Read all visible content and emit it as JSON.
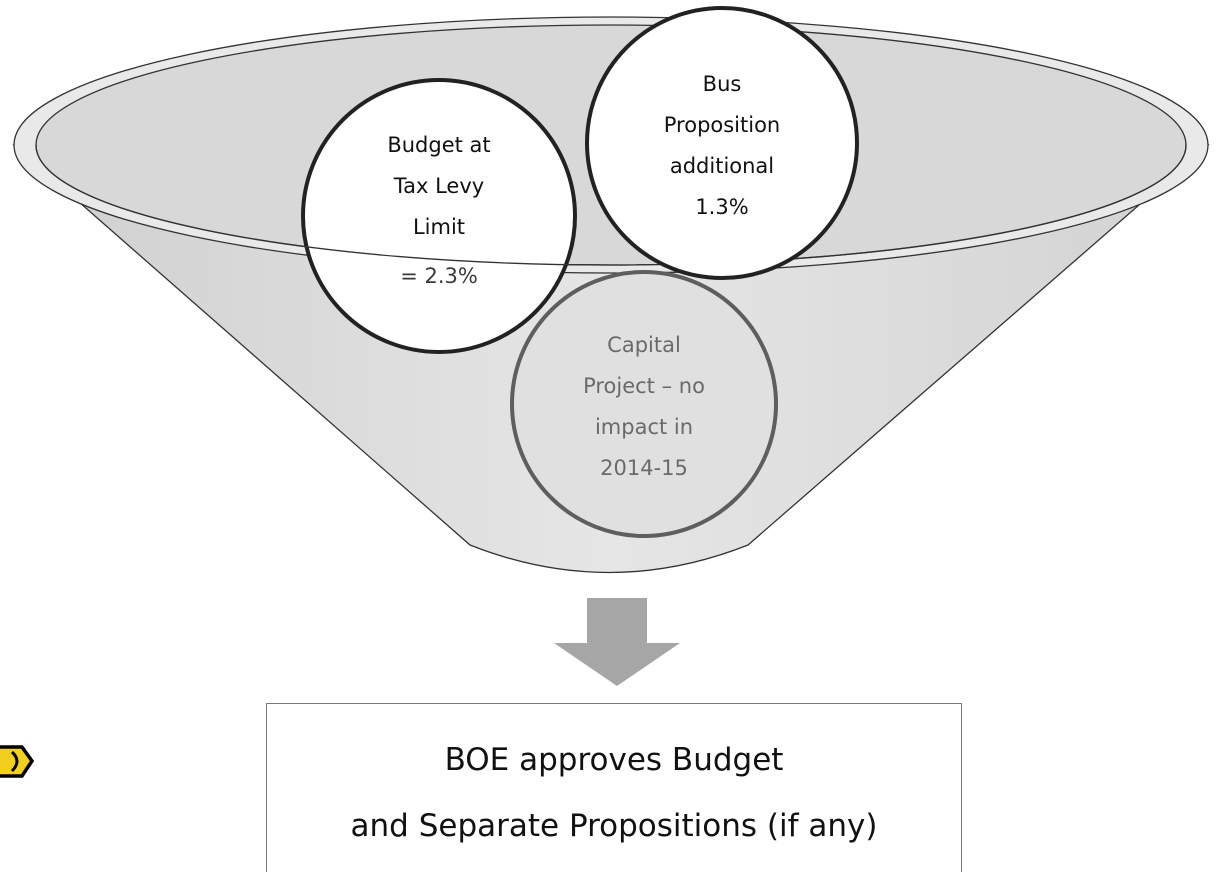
{
  "diagram": {
    "circles": [
      {
        "id": "budget",
        "lines": [
          "Budget at",
          "Tax Levy",
          "Limit",
          "= 2.3%"
        ],
        "text_color": "#111111",
        "stroke_color": "#222222"
      },
      {
        "id": "bus",
        "lines": [
          "Bus",
          "Proposition",
          "additional",
          "1.3%"
        ],
        "text_color": "#111111",
        "stroke_color": "#222222"
      },
      {
        "id": "capital",
        "lines": [
          "Capital",
          "Project – no",
          "impact in",
          "2014-15"
        ],
        "text_color": "#6a6a6a",
        "stroke_color": "#5e5e5e"
      }
    ],
    "result": {
      "line1": "BOE approves Budget",
      "line2": "and Separate Propositions (if any)"
    },
    "colors": {
      "funnel_fill": "#e3e3e3",
      "funnel_stroke": "#333333",
      "arrow_fill": "#a6a6a6",
      "circle_fill": "#ffffff",
      "corner_icon_fill": "#f2cf1c"
    }
  }
}
